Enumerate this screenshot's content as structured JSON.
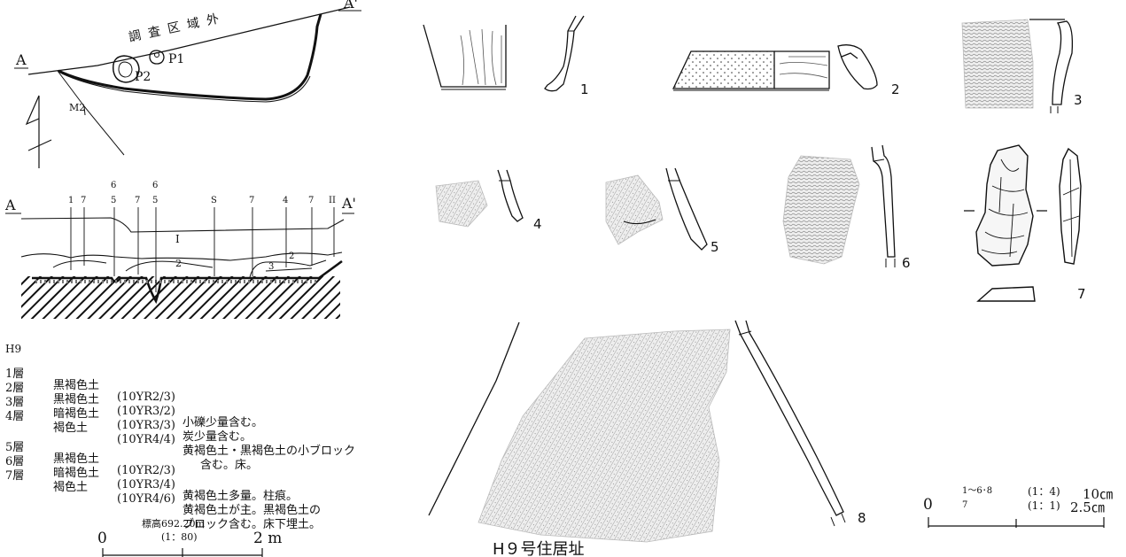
{
  "plan": {
    "outside_label": "調 査 区 域 外",
    "point_a_left": "A",
    "point_a_right": "A'",
    "pit1": "P1",
    "pit2": "P2",
    "marker": "M2"
  },
  "section": {
    "point_a_left": "A",
    "point_a_right": "A'",
    "top_labels": [
      "1",
      "7",
      "5",
      "7",
      "5",
      "S",
      "7",
      "4",
      "7",
      "II"
    ],
    "top_labels_high": [
      "6",
      "6"
    ],
    "layer_labels": [
      "I",
      "2",
      "2",
      "3"
    ]
  },
  "legend": {
    "title": "H9",
    "rows": [
      {
        "layer": "1層",
        "soil": "黒褐色土",
        "code": "(10YR2/3)",
        "note": ""
      },
      {
        "layer": "2層",
        "soil": "黒褐色土",
        "code": "(10YR3/2)",
        "note": "小礫少量含む。"
      },
      {
        "layer": "3層",
        "soil": "暗褐色土",
        "code": "(10YR3/3)",
        "note": "炭少量含む。"
      },
      {
        "layer": "4層",
        "soil": "褐色土",
        "code": "(10YR4/4)",
        "note": "黄褐色土・黒褐色土の小ブロック"
      },
      {
        "layer": "",
        "soil": "",
        "code": "",
        "note": "含む。床。"
      },
      {
        "layer": "5層",
        "soil": "黒褐色土",
        "code": "(10YR2/3)",
        "note": ""
      },
      {
        "layer": "6層",
        "soil": "暗褐色土",
        "code": "(10YR3/4)",
        "note": "黄褐色土多量。柱痕。"
      },
      {
        "layer": "7層",
        "soil": "褐色土",
        "code": "(10YR4/6)",
        "note": "黄褐色土が主。黒褐色土の"
      },
      {
        "layer": "",
        "soil": "",
        "code": "",
        "note": "ブロック含む。床下埋土。"
      }
    ]
  },
  "scale_left": {
    "elevation": "標高692.20m",
    "ratio": "(1：80)",
    "zero": "0",
    "max": "2 m"
  },
  "scale_right": {
    "items_a": "1〜6･8",
    "ratio_a": "(1：4)",
    "max_a": "10㎝",
    "items_b": "7",
    "ratio_b": "(1：1)",
    "max_b": "2.5㎝",
    "zero": "0"
  },
  "artifacts": [
    "1",
    "2",
    "3",
    "4",
    "5",
    "6",
    "7",
    "8"
  ],
  "caption": "H９号住居址",
  "colors": {
    "ink": "#111111",
    "stipple": "#8a8a8a",
    "rubbing": "#9b9b9b"
  }
}
